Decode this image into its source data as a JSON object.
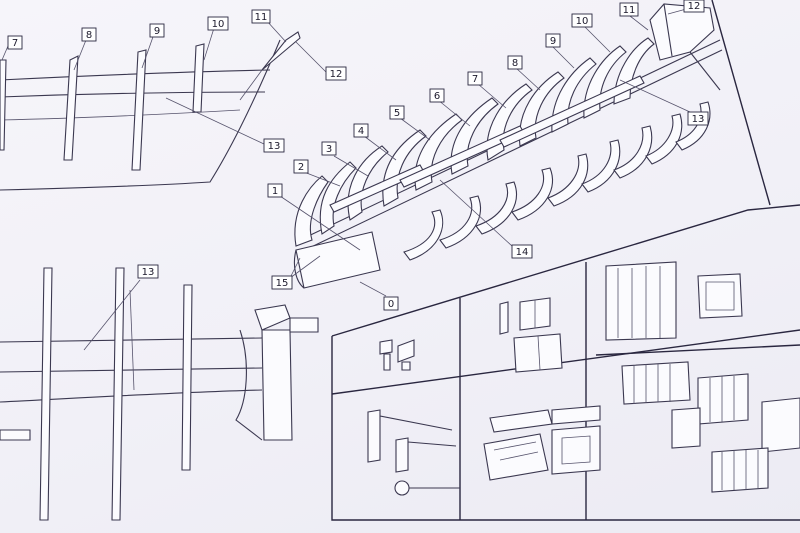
{
  "callouts": [
    {
      "id": "c0",
      "text": "0"
    },
    {
      "id": "c1",
      "text": "1"
    },
    {
      "id": "c2",
      "text": "2"
    },
    {
      "id": "c3",
      "text": "3"
    },
    {
      "id": "c4",
      "text": "4"
    },
    {
      "id": "c5",
      "text": "5"
    },
    {
      "id": "c6",
      "text": "6"
    },
    {
      "id": "c7a",
      "text": "7"
    },
    {
      "id": "c7b",
      "text": "7"
    },
    {
      "id": "c8a",
      "text": "8"
    },
    {
      "id": "c8b",
      "text": "8"
    },
    {
      "id": "c9a",
      "text": "9"
    },
    {
      "id": "c9b",
      "text": "9"
    },
    {
      "id": "c10a",
      "text": "10"
    },
    {
      "id": "c10b",
      "text": "10"
    },
    {
      "id": "c11a",
      "text": "11"
    },
    {
      "id": "c11b",
      "text": "11"
    },
    {
      "id": "c12a",
      "text": "12"
    },
    {
      "id": "c12b",
      "text": "12"
    },
    {
      "id": "c13a",
      "text": "13"
    },
    {
      "id": "c13b",
      "text": "13"
    },
    {
      "id": "c13c",
      "text": "13"
    },
    {
      "id": "c14",
      "text": "14"
    },
    {
      "id": "c15",
      "text": "15"
    }
  ],
  "colors": {
    "paper": "#f3f2f8",
    "ink": "#2a2740"
  }
}
